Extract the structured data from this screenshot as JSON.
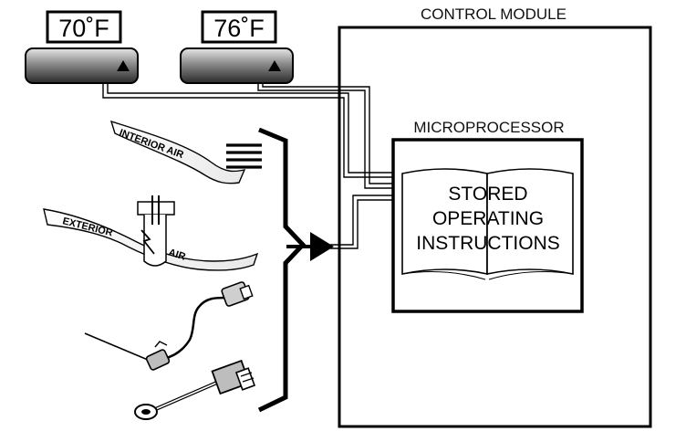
{
  "thermostats": [
    {
      "reading": "70˚F"
    },
    {
      "reading": "76˚F"
    }
  ],
  "control_module": {
    "label": "CONTROL MODULE"
  },
  "microprocessor": {
    "label": "MICROPROCESSOR"
  },
  "book": {
    "line1": "STORED",
    "line2": "OPERATING",
    "line3": "INSTRUCTIONS"
  },
  "sensors": {
    "interior_air": "INTERIOR AIR",
    "exterior": "EXTERIOR",
    "air": "AIR"
  }
}
